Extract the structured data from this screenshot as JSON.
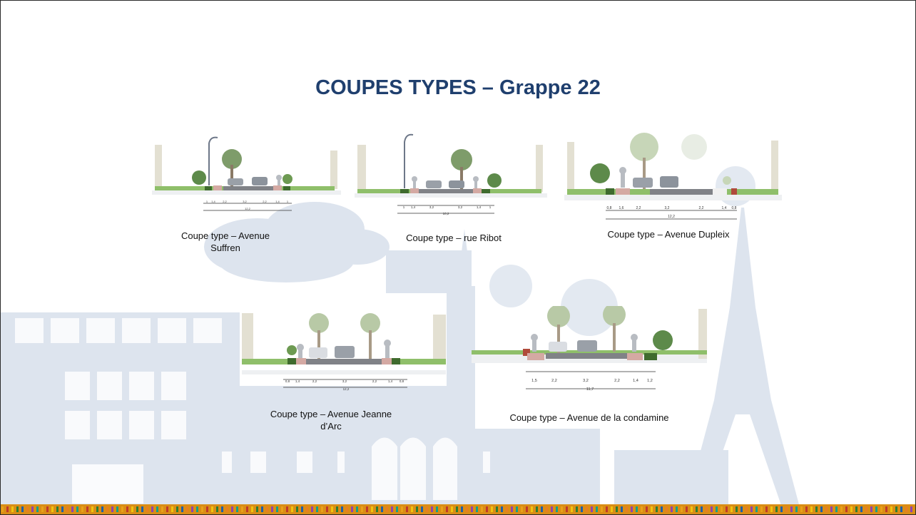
{
  "title": "COUPES TYPES – Grappe 22",
  "sections": [
    {
      "caption_line1": "Coupe type – Avenue",
      "caption_line2": "Suffren",
      "dims": [
        "1",
        "1,4",
        "2,2",
        "3,2",
        "2,2",
        "1,4",
        "1"
      ],
      "total": "12,2"
    },
    {
      "caption_line1": "Coupe type – rue Ribot",
      "dims": [
        "1",
        "1,4",
        "3,2",
        "3,2",
        "1,4",
        "1"
      ],
      "total": "10,2"
    },
    {
      "caption_line1": "Coupe type – Avenue Dupleix",
      "dims": [
        "0,8",
        "1,6",
        "2,2",
        "3,2",
        "2,2",
        "1,4",
        "0,8"
      ],
      "total": "12,2"
    },
    {
      "caption_line1": "Coupe type – Avenue Jeanne",
      "caption_line2": "d’Arc",
      "dims": [
        "0,8",
        "1,4",
        "2,2",
        "3,2",
        "2,2",
        "1,4",
        "0,8"
      ],
      "total": "12,2"
    },
    {
      "caption_line1": "Coupe type – Avenue de la condamine",
      "dims": [
        "1,5",
        "2,2",
        "3,2",
        "2,2",
        "1,4",
        "1,2"
      ],
      "total": "11,7"
    }
  ],
  "colors": {
    "title": "#1f3f6e",
    "background_silhouettes": "#dde4ee",
    "road": "#808287",
    "sidewalk_brick": "#d4a9a3",
    "grass": "#8fbf6a"
  }
}
